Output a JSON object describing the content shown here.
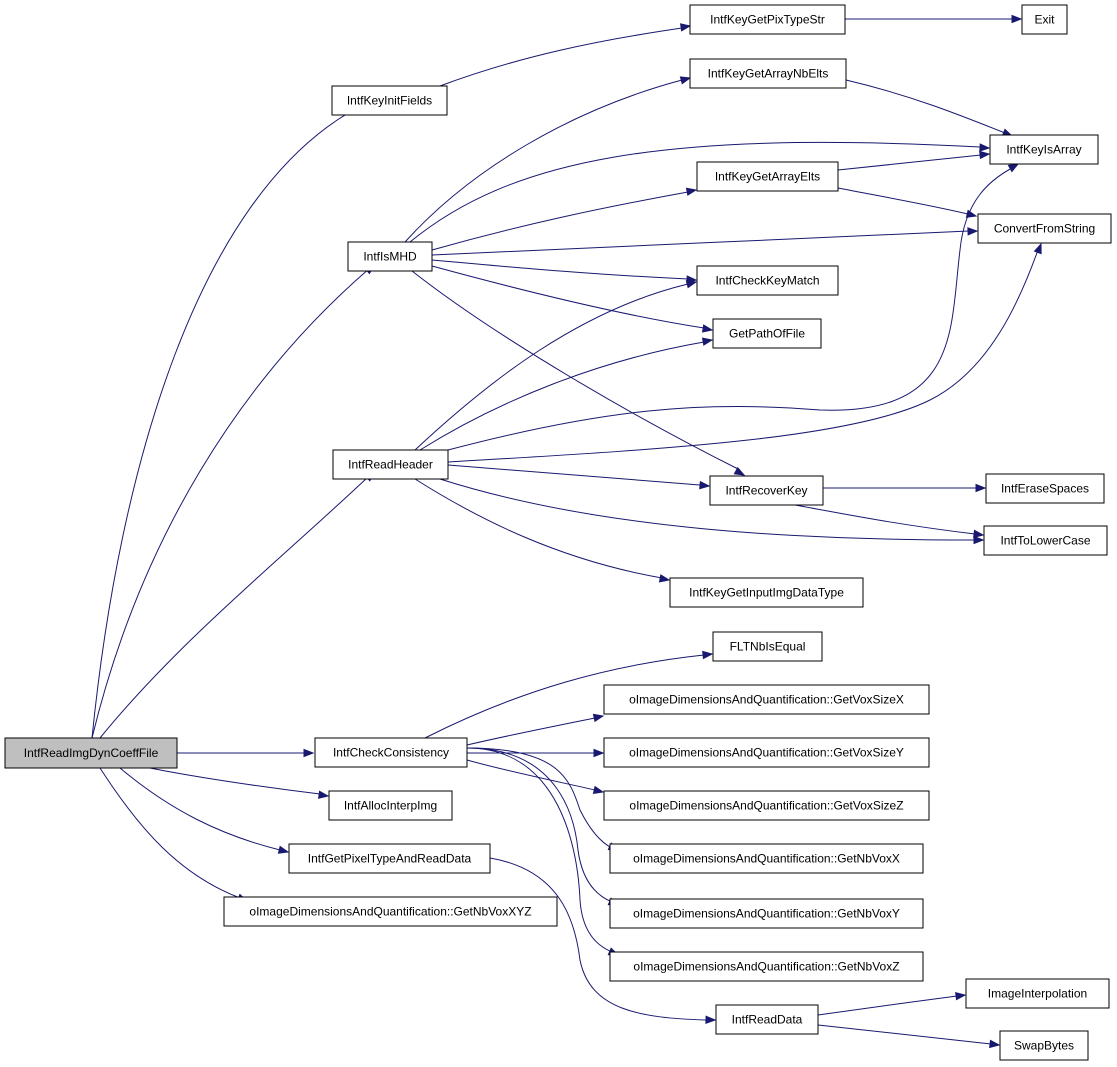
{
  "nodes": [
    {
      "id": "root",
      "label": "IntfReadImgDynCoeffFile",
      "root": true
    },
    {
      "id": "keyinit",
      "label": "IntfKeyInitFields"
    },
    {
      "id": "pixtype",
      "label": "IntfKeyGetPixTypeStr"
    },
    {
      "id": "exit",
      "label": "Exit"
    },
    {
      "id": "arraynb",
      "label": "IntfKeyGetArrayNbElts"
    },
    {
      "id": "isarray",
      "label": "IntfKeyIsArray"
    },
    {
      "id": "arrayelts",
      "label": "IntfKeyGetArrayElts"
    },
    {
      "id": "convert",
      "label": "ConvertFromString"
    },
    {
      "id": "ismhd",
      "label": "IntfIsMHD"
    },
    {
      "id": "checkkey",
      "label": "IntfCheckKeyMatch"
    },
    {
      "id": "getpath",
      "label": "GetPathOfFile"
    },
    {
      "id": "readheader",
      "label": "IntfReadHeader"
    },
    {
      "id": "recover",
      "label": "IntfRecoverKey"
    },
    {
      "id": "erase",
      "label": "IntfEraseSpaces"
    },
    {
      "id": "lower",
      "label": "IntfToLowerCase"
    },
    {
      "id": "inputtype",
      "label": "IntfKeyGetInputImgDataType"
    },
    {
      "id": "fltn",
      "label": "FLTNbIsEqual"
    },
    {
      "id": "consist",
      "label": "IntfCheckConsistency"
    },
    {
      "id": "voxx",
      "label": "oImageDimensionsAndQuantification::GetVoxSizeX"
    },
    {
      "id": "voxy",
      "label": "oImageDimensionsAndQuantification::GetVoxSizeY"
    },
    {
      "id": "voxz",
      "label": "oImageDimensionsAndQuantification::GetVoxSizeZ"
    },
    {
      "id": "nbx",
      "label": "oImageDimensionsAndQuantification::GetNbVoxX"
    },
    {
      "id": "nby",
      "label": "oImageDimensionsAndQuantification::GetNbVoxY"
    },
    {
      "id": "nbz",
      "label": "oImageDimensionsAndQuantification::GetNbVoxZ"
    },
    {
      "id": "alloc",
      "label": "IntfAllocInterpImg"
    },
    {
      "id": "getpixel",
      "label": "IntfGetPixelTypeAndReadData"
    },
    {
      "id": "nbxyz",
      "label": "oImageDimensionsAndQuantification::GetNbVoxXYZ"
    },
    {
      "id": "readdata",
      "label": "IntfReadData"
    },
    {
      "id": "interp",
      "label": "ImageInterpolation"
    },
    {
      "id": "swap",
      "label": "SwapBytes"
    }
  ],
  "edges": [
    [
      "root",
      "keyinit"
    ],
    [
      "root",
      "ismhd"
    ],
    [
      "root",
      "readheader"
    ],
    [
      "root",
      "consist"
    ],
    [
      "root",
      "alloc"
    ],
    [
      "root",
      "getpixel"
    ],
    [
      "root",
      "nbxyz"
    ],
    [
      "keyinit",
      "pixtype"
    ],
    [
      "pixtype",
      "exit"
    ],
    [
      "ismhd",
      "arraynb"
    ],
    [
      "ismhd",
      "isarray"
    ],
    [
      "ismhd",
      "arrayelts"
    ],
    [
      "ismhd",
      "convert"
    ],
    [
      "ismhd",
      "checkkey"
    ],
    [
      "ismhd",
      "getpath"
    ],
    [
      "ismhd",
      "recover"
    ],
    [
      "arraynb",
      "isarray"
    ],
    [
      "arrayelts",
      "isarray"
    ],
    [
      "arrayelts",
      "convert"
    ],
    [
      "readheader",
      "checkkey"
    ],
    [
      "readheader",
      "getpath"
    ],
    [
      "readheader",
      "isarray"
    ],
    [
      "readheader",
      "convert"
    ],
    [
      "readheader",
      "recover"
    ],
    [
      "readheader",
      "lower"
    ],
    [
      "readheader",
      "inputtype"
    ],
    [
      "recover",
      "erase"
    ],
    [
      "recover",
      "lower"
    ],
    [
      "consist",
      "fltn"
    ],
    [
      "consist",
      "voxx"
    ],
    [
      "consist",
      "voxy"
    ],
    [
      "consist",
      "voxz"
    ],
    [
      "consist",
      "nbx"
    ],
    [
      "consist",
      "nby"
    ],
    [
      "consist",
      "nbz"
    ],
    [
      "getpixel",
      "readdata"
    ],
    [
      "readdata",
      "interp"
    ],
    [
      "readdata",
      "swap"
    ]
  ]
}
